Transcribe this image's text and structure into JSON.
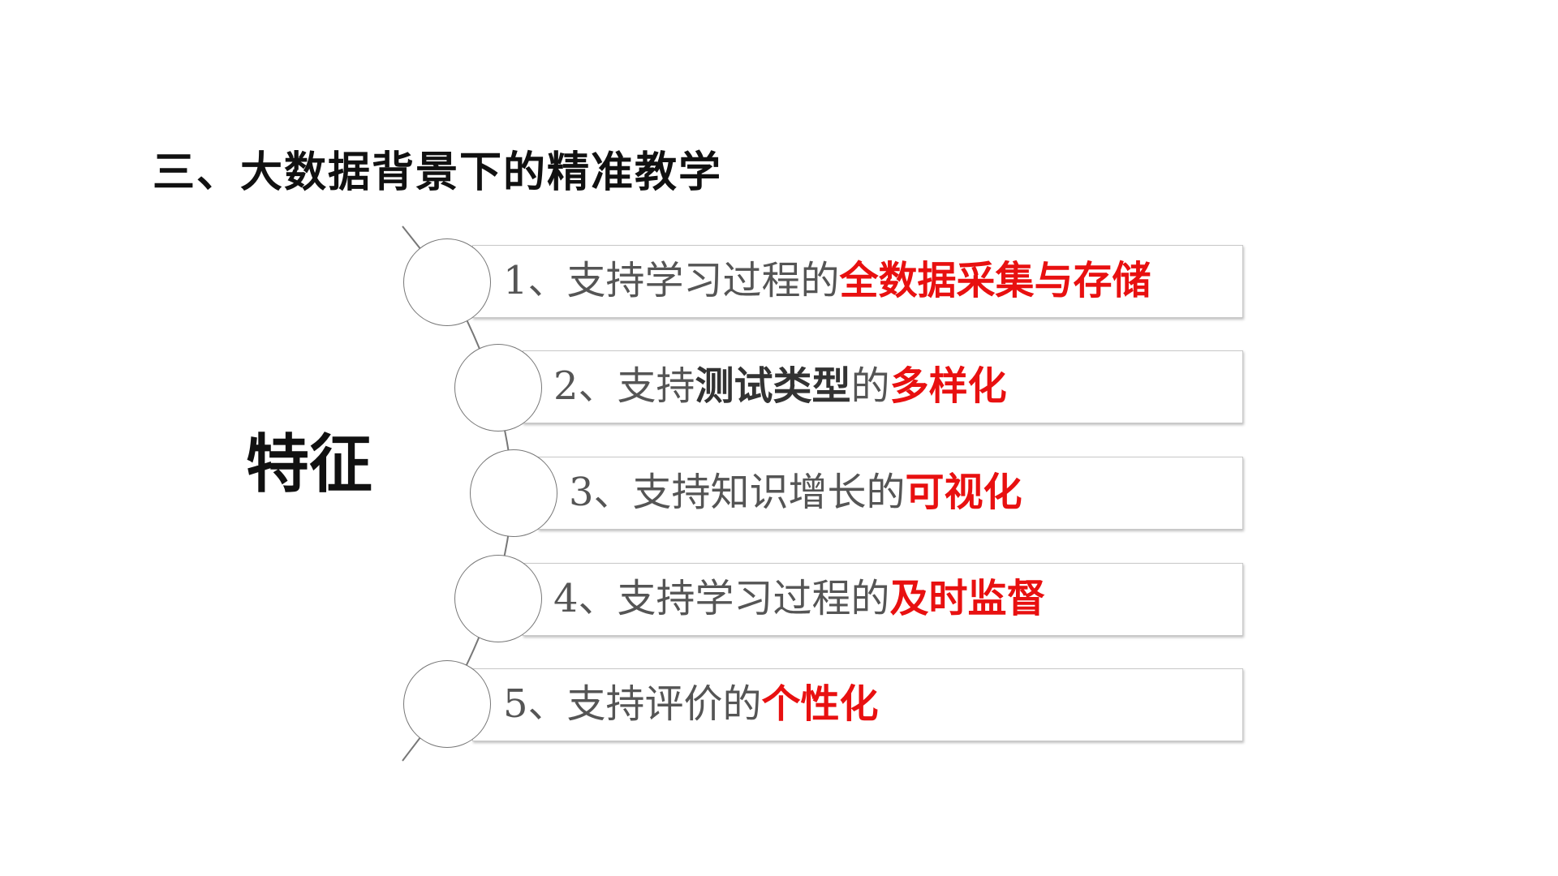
{
  "title": "三、大数据背景下的精准教学",
  "feature_label": "特征",
  "items": [
    {
      "prefix": "1、支持学习过程的",
      "highlight": "全数据采集与存储"
    },
    {
      "prefix": "2、支持",
      "bold": "测试类型",
      "middle": "的",
      "highlight": "多样化"
    },
    {
      "prefix": "3、支持知识增长的",
      "highlight": "可视化"
    },
    {
      "prefix": "4、支持学习过程的",
      "highlight": "及时监督"
    },
    {
      "prefix": "5、支持评价的",
      "highlight": "个性化"
    }
  ],
  "colors": {
    "highlight": "#e81010",
    "text": "#555555"
  }
}
